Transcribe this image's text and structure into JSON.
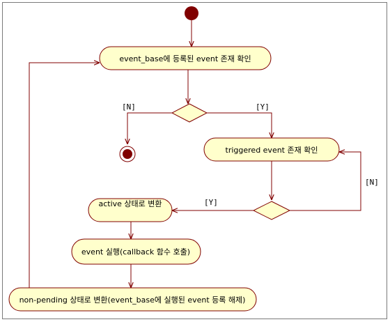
{
  "colors": {
    "node_fill": "#ffffcc",
    "node_stroke": "#800000",
    "edge": "#800000",
    "start": "#800000"
  },
  "nodes": {
    "check_base": "event_base에 등록된 event 존재 확인",
    "check_triggered": "triggered event 존재 확인",
    "to_active": "active 상태로 변환",
    "run_callback": "event 실행(callback 함수 호출)",
    "to_nonpending": "non-pending 상태로 변환(event_base에 실행된 event 등록 해제)"
  },
  "guards": {
    "first_no": "[N]",
    "first_yes": "[Y]",
    "second_yes": "[Y]",
    "second_no": "[N]"
  }
}
